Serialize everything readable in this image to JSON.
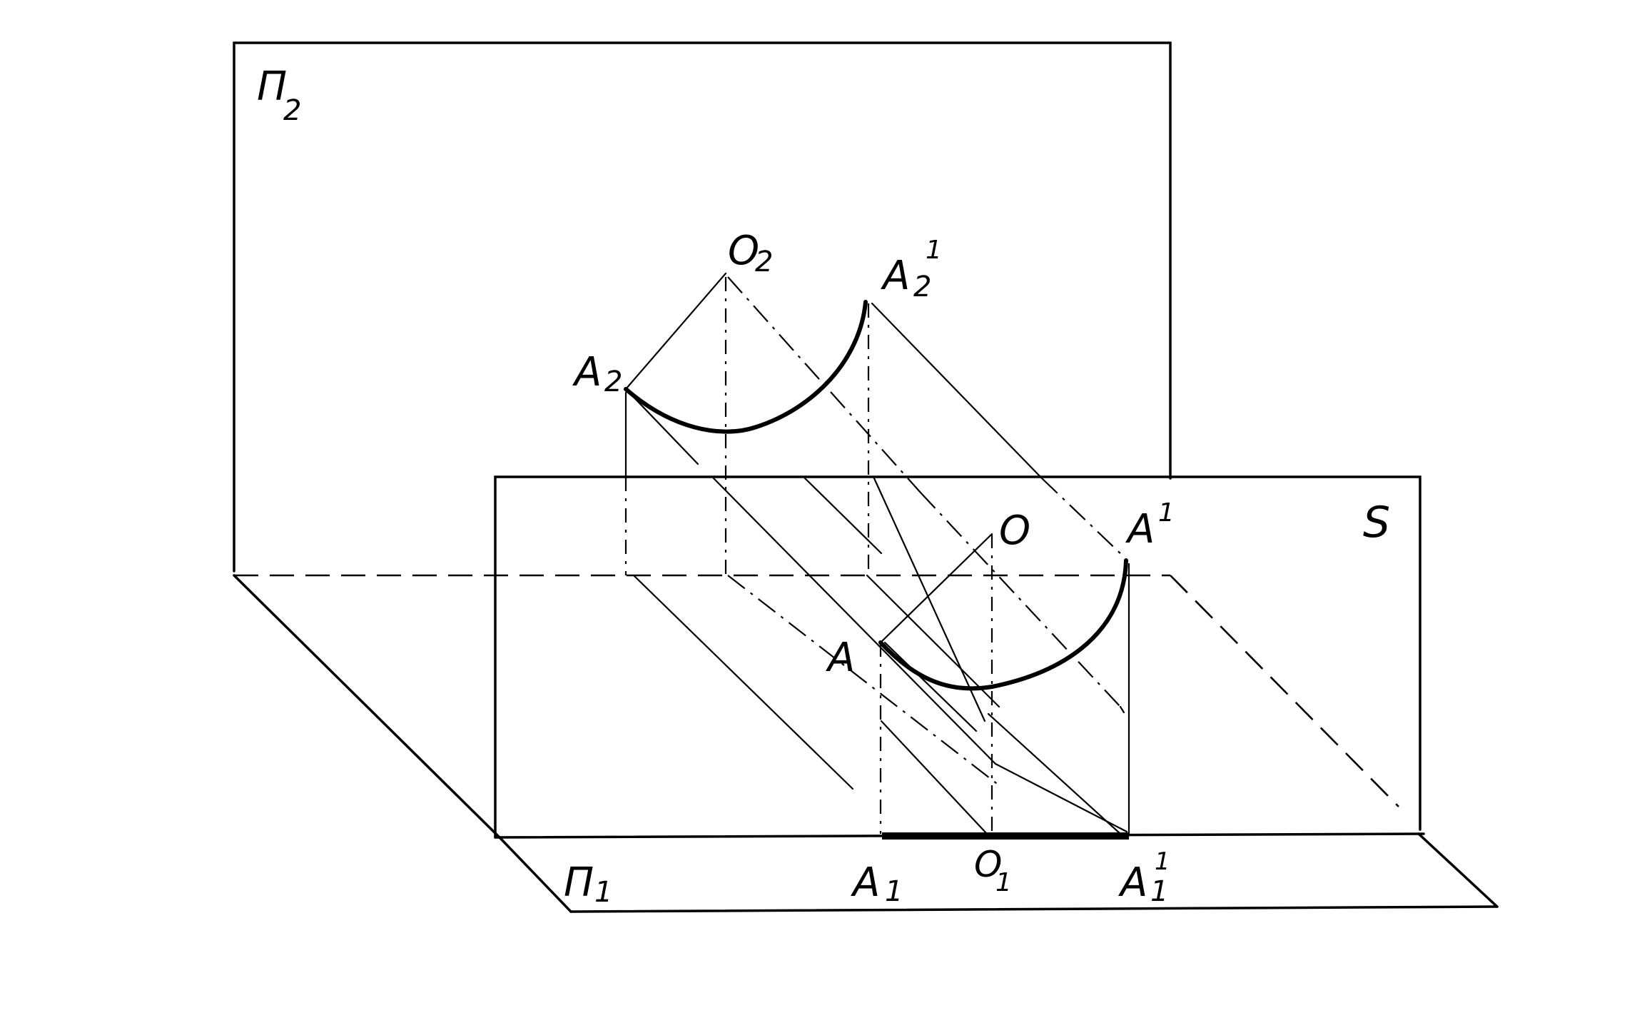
{
  "labels": {
    "plane_frontal": {
      "base": "П",
      "sub": "2"
    },
    "plane_horizontal": {
      "base": "П",
      "sub": "1"
    },
    "plane_s": {
      "base": "S"
    },
    "o2": {
      "base": "O",
      "sub": "2"
    },
    "a2": {
      "base": "A",
      "sub": "2"
    },
    "a2_prime": {
      "base": "A",
      "sub": "2",
      "sup": "1"
    },
    "o": {
      "base": "O"
    },
    "a": {
      "base": "A"
    },
    "a_prime": {
      "base": "A",
      "sup": "1"
    },
    "a1": {
      "base": "A",
      "sub": "1"
    },
    "o1": {
      "base": "O",
      "sub": "1"
    },
    "a1_prime": {
      "base": "A",
      "sub": "1",
      "sup": "1"
    }
  }
}
